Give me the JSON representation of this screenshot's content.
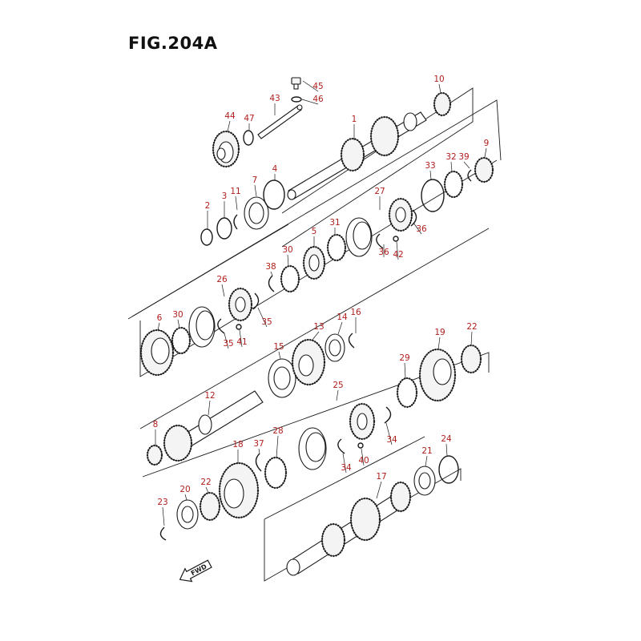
{
  "figure": {
    "title": "FIG.204A",
    "direction_label": "FWD"
  },
  "callouts": [
    {
      "id": "c45",
      "label": "45"
    },
    {
      "id": "c46",
      "label": "46"
    },
    {
      "id": "c43",
      "label": "43"
    },
    {
      "id": "c10",
      "label": "10"
    },
    {
      "id": "c44",
      "label": "44"
    },
    {
      "id": "c47",
      "label": "47"
    },
    {
      "id": "c1",
      "label": "1"
    },
    {
      "id": "c33",
      "label": "33"
    },
    {
      "id": "c32",
      "label": "32"
    },
    {
      "id": "c39",
      "label": "39"
    },
    {
      "id": "c9",
      "label": "9"
    },
    {
      "id": "c7",
      "label": "7"
    },
    {
      "id": "c4",
      "label": "4"
    },
    {
      "id": "c3",
      "label": "3"
    },
    {
      "id": "c11",
      "label": "11"
    },
    {
      "id": "c2",
      "label": "2"
    },
    {
      "id": "c27",
      "label": "27"
    },
    {
      "id": "c31",
      "label": "31"
    },
    {
      "id": "c5",
      "label": "5"
    },
    {
      "id": "c36a",
      "label": "36"
    },
    {
      "id": "c36b",
      "label": "36"
    },
    {
      "id": "c42",
      "label": "42"
    },
    {
      "id": "c30a",
      "label": "30"
    },
    {
      "id": "c38",
      "label": "38"
    },
    {
      "id": "c26",
      "label": "26"
    },
    {
      "id": "c6",
      "label": "6"
    },
    {
      "id": "c30b",
      "label": "30"
    },
    {
      "id": "c35a",
      "label": "35"
    },
    {
      "id": "c35b",
      "label": "35"
    },
    {
      "id": "c41",
      "label": "41"
    },
    {
      "id": "c14",
      "label": "14"
    },
    {
      "id": "c16",
      "label": "16"
    },
    {
      "id": "c13",
      "label": "13"
    },
    {
      "id": "c15",
      "label": "15"
    },
    {
      "id": "c19",
      "label": "19"
    },
    {
      "id": "c22a",
      "label": "22"
    },
    {
      "id": "c29",
      "label": "29"
    },
    {
      "id": "c12",
      "label": "12"
    },
    {
      "id": "c25",
      "label": "25"
    },
    {
      "id": "c8",
      "label": "8"
    },
    {
      "id": "c28",
      "label": "28"
    },
    {
      "id": "c37",
      "label": "37"
    },
    {
      "id": "c18",
      "label": "18"
    },
    {
      "id": "c34a",
      "label": "34"
    },
    {
      "id": "c34b",
      "label": "34"
    },
    {
      "id": "c40",
      "label": "40"
    },
    {
      "id": "c24",
      "label": "24"
    },
    {
      "id": "c21",
      "label": "21"
    },
    {
      "id": "c17",
      "label": "17"
    },
    {
      "id": "c20",
      "label": "20"
    },
    {
      "id": "c22b",
      "label": "22"
    },
    {
      "id": "c23",
      "label": "23"
    }
  ]
}
